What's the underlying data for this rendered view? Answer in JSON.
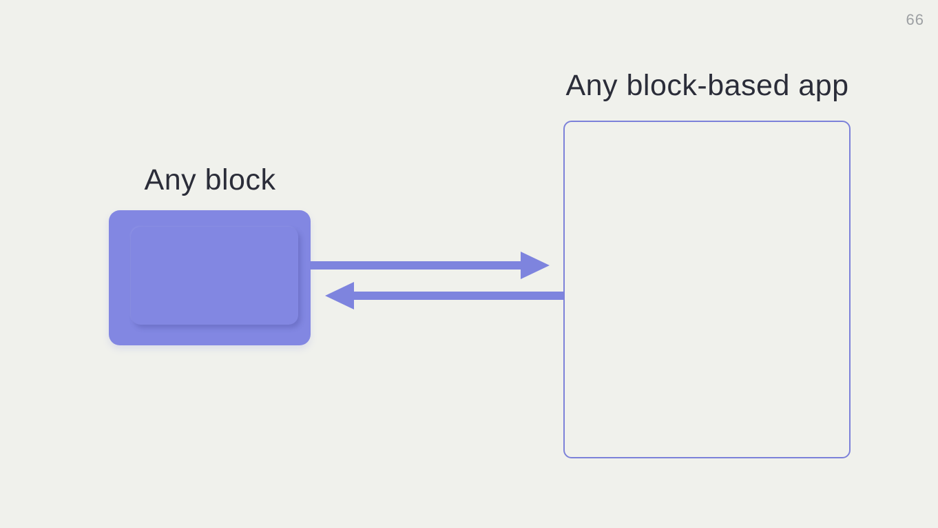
{
  "theme": {
    "background": "#f0f1ec",
    "accent": "#8287e2",
    "arrow": "#7e84de",
    "outline": "#7c81d9",
    "text": "#2b2d39",
    "muted": "#9da0a3"
  },
  "slide": {
    "page_number": "66"
  },
  "diagram": {
    "block_label": "Any block",
    "app_label": "Any block-based app",
    "arrows": [
      {
        "name": "block-to-app",
        "direction": "right"
      },
      {
        "name": "app-to-block",
        "direction": "left"
      }
    ]
  }
}
